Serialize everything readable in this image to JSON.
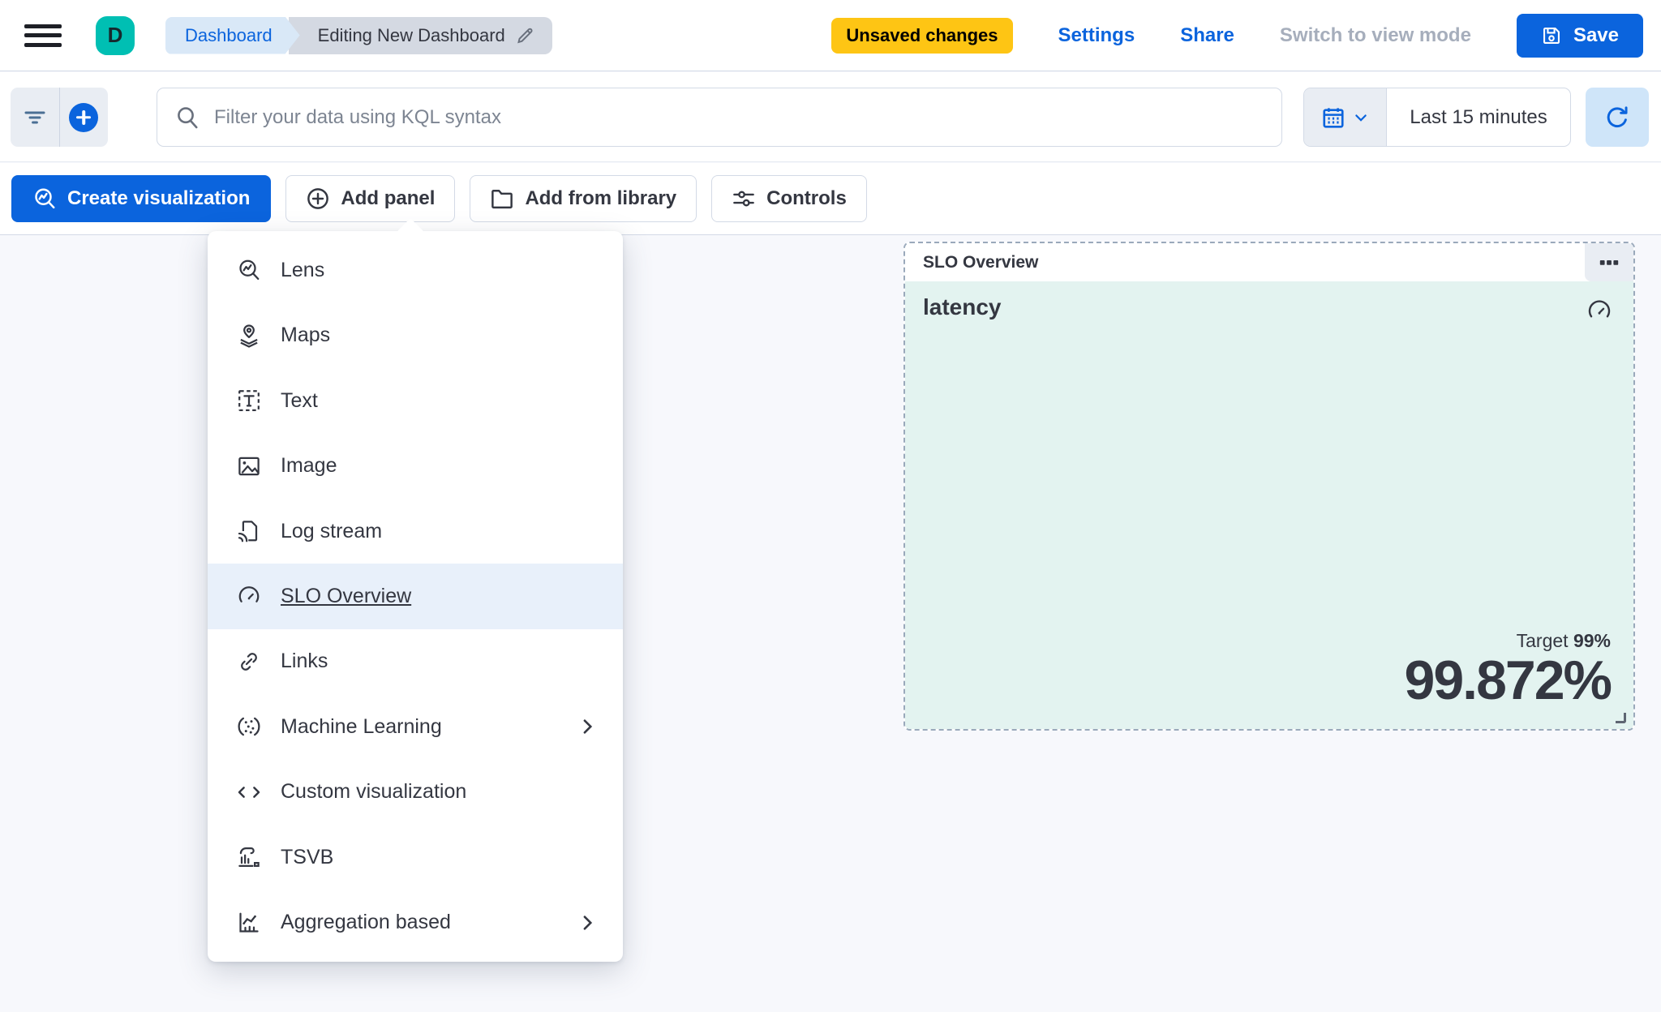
{
  "header": {
    "avatar_text": "D",
    "breadcrumbs": {
      "root": "Dashboard",
      "current": "Editing New Dashboard"
    },
    "unsaved_badge": "Unsaved changes",
    "settings_label": "Settings",
    "share_label": "Share",
    "switch_view_label": "Switch to view mode",
    "save_label": "Save"
  },
  "filter_bar": {
    "kql_placeholder": "Filter your data using KQL syntax",
    "time_range": "Last 15 minutes"
  },
  "toolbar": {
    "create_visualization": "Create visualization",
    "add_panel": "Add panel",
    "add_from_library": "Add from library",
    "controls": "Controls"
  },
  "add_panel_menu": {
    "items": [
      {
        "label": "Lens",
        "icon": "lens-icon",
        "has_submenu": false,
        "selected": false
      },
      {
        "label": "Maps",
        "icon": "maps-icon",
        "has_submenu": false,
        "selected": false
      },
      {
        "label": "Text",
        "icon": "text-icon",
        "has_submenu": false,
        "selected": false
      },
      {
        "label": "Image",
        "icon": "image-icon",
        "has_submenu": false,
        "selected": false
      },
      {
        "label": "Log stream",
        "icon": "log-stream-icon",
        "has_submenu": false,
        "selected": false
      },
      {
        "label": "SLO Overview",
        "icon": "gauge-icon",
        "has_submenu": false,
        "selected": true
      },
      {
        "label": "Links",
        "icon": "link-icon",
        "has_submenu": false,
        "selected": false
      },
      {
        "label": "Machine Learning",
        "icon": "machine-learning-icon",
        "has_submenu": true,
        "selected": false
      },
      {
        "label": "Custom visualization",
        "icon": "code-icon",
        "has_submenu": false,
        "selected": false
      },
      {
        "label": "TSVB",
        "icon": "tsvb-icon",
        "has_submenu": false,
        "selected": false
      },
      {
        "label": "Aggregation based",
        "icon": "aggregation-icon",
        "has_submenu": true,
        "selected": false
      }
    ]
  },
  "slo_panel": {
    "title": "SLO Overview",
    "metric_title": "latency",
    "target_label": "Target",
    "target_value": "99%",
    "value": "99.872%"
  },
  "colors": {
    "primary": "#0b64dd",
    "warning": "#fec514",
    "teal_avatar": "#00bfb3",
    "panel_mint": "#e3f3f0",
    "menu_highlight": "#e8f0fa",
    "text": "#343741"
  }
}
